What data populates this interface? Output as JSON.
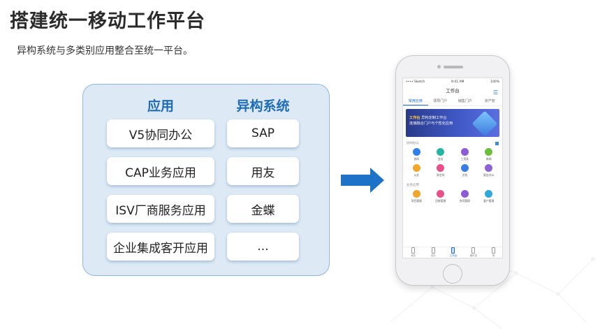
{
  "title": "搭建统一移动工作平台",
  "subtitle": "异构系统与多类别应用整合至统一平台。",
  "panel": {
    "col_left_header": "应用",
    "col_right_header": "异构系统",
    "left_items": [
      "V5协同办公",
      "CAP业务应用",
      "ISV厂商服务应用",
      "企业集成客开应用"
    ],
    "right_items": [
      "SAP",
      "用友",
      "金蝶",
      "..."
    ]
  },
  "arrow": {
    "color": "#1e73c8",
    "icon": "arrow-right-icon"
  },
  "phone": {
    "status_left": "•••• Sketch",
    "status_time": "9:41 AM",
    "status_right": "100%",
    "app_title": "工作台",
    "tabs": [
      "常用应用",
      "领导门户",
      "销售门户",
      "资产管"
    ],
    "banner_highlight": "工作台",
    "banner_line1": "异构定制工作台",
    "banner_line2": "连接融合门户与个性化应用",
    "section1": "协同办公",
    "section1_apps": [
      "协同",
      "会议",
      "工资条",
      "新闻",
      "公文",
      "享空间",
      "文档",
      "报告办公"
    ],
    "section2": "业务应用",
    "section2_apps": [
      "项目管理",
      "回款管理",
      "合同管理",
      "客户管理"
    ],
    "nav": [
      "消息",
      "待办",
      "工作台",
      "通讯录",
      "我"
    ]
  }
}
